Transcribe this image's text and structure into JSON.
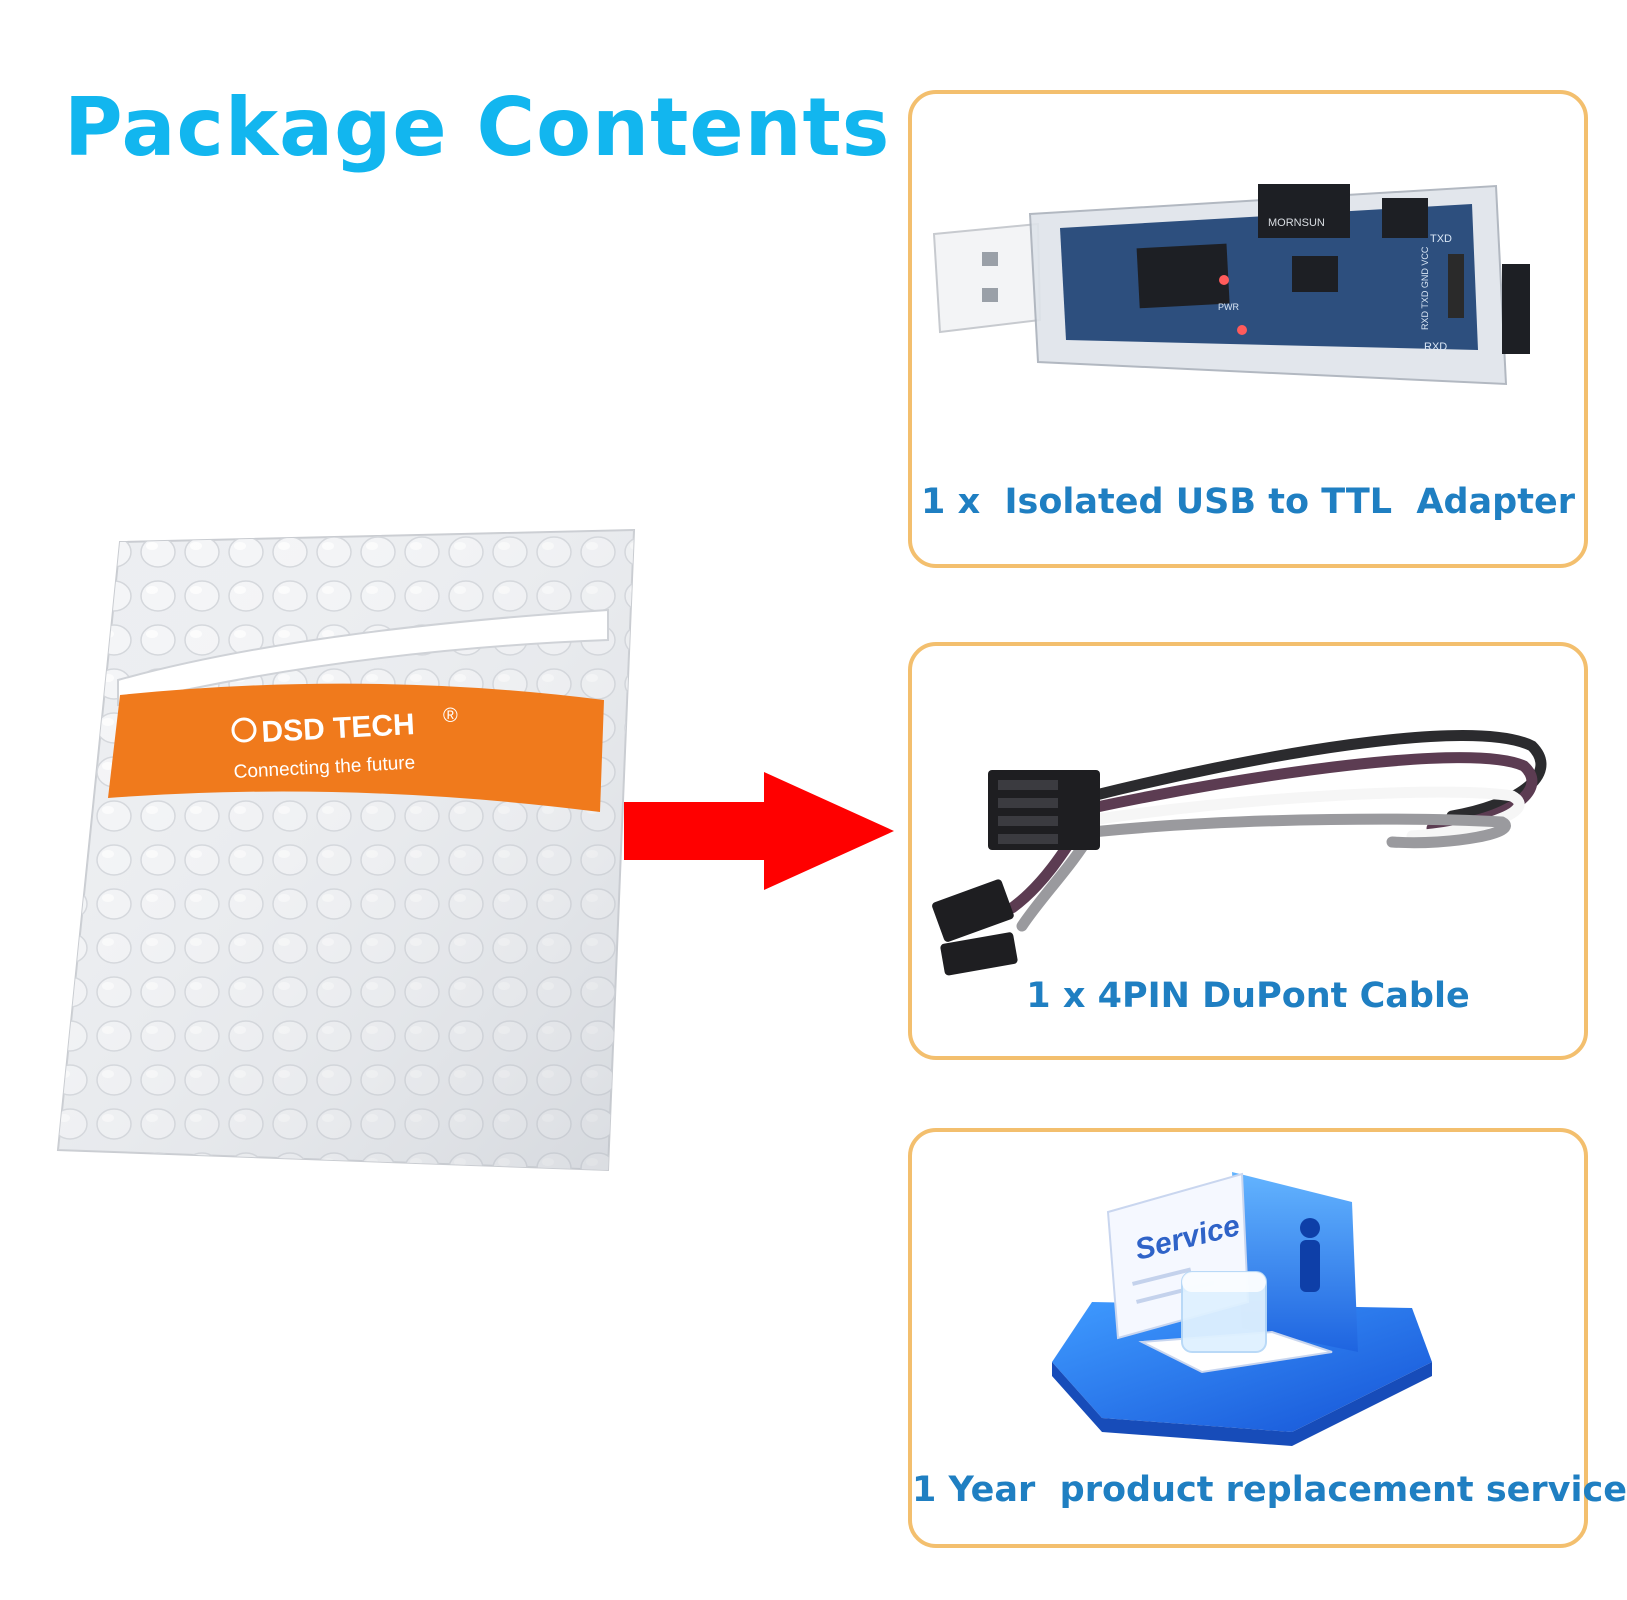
{
  "title": "Package Contents",
  "package": {
    "brand": "DSD TECH",
    "registered": "®",
    "tagline": "Connecting the future",
    "band_color": "#f07a1c"
  },
  "items": [
    {
      "caption": "1 x  Isolated USB to TTL  Adapter",
      "icon": "usb-ttl-adapter-icon",
      "board_labels": {
        "chip": "MORNSUN",
        "txd": "TXD",
        "rxd": "RXD",
        "pins": "RXD TXD GND VCC",
        "pwr": "PWR"
      }
    },
    {
      "caption": "1 x 4PIN DuPont Cable",
      "icon": "dupont-cable-icon"
    },
    {
      "caption": "1 Year  product replacement service",
      "icon": "service-icon",
      "sign_text": "Service"
    }
  ],
  "colors": {
    "title": "#12b6ef",
    "caption": "#1f7fc2",
    "card_border": "#f3bf6e",
    "arrow": "#ff0000"
  }
}
